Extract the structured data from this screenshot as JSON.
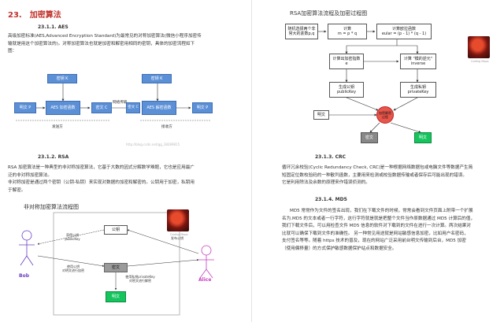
{
  "left_page": {
    "section": {
      "number": "23.",
      "title": "加密算法"
    },
    "aes": {
      "heading": "23.1.1.   AES",
      "paragraph_lines": [
        "高级加密标准(AES,Advanced Encryption Standard)为最常见的对称加密算法(微信小程序加密传",
        "输就是用这个加密算法的)。对称加密算法也就是加密和解密用相同的密钥，具体的加密流程如下",
        "图："
      ],
      "diagram": {
        "sender_key": "密钥 K",
        "receiver_key": "密钥 K",
        "plaintext_left": "明文 P",
        "encrypt_fn": "AES 加密函数",
        "ciphertext_left": "密文  C",
        "network": "网络传输",
        "ciphertext_right": "密文 C",
        "decrypt_fn": "AES 解密函数",
        "plaintext_right": "明文 P",
        "sender": "发送方",
        "receiver": "接收方",
        "watermark": "http://blog.csdn.net/gg_38289815"
      }
    },
    "rsa": {
      "heading": "23.1.2.   RSA",
      "paragraph_lines": [
        "RSA 加密算法是一种典型的非对称加密算法，它基于大数的因式分解数学难题，它也是应用最广",
        "泛的非对称加密算法。",
        "非对称加密是通过两个密钥（公钥-私钥）来实现对数据的加密和解密的。公钥用于加密，私钥用",
        "于解密。"
      ],
      "diagram": {
        "title": "非对称加密算法流程图",
        "public_key": "公钥",
        "get_public": "获得公钥\npublicKey",
        "encrypt_note": "使用公钥\n对明文进行加密",
        "ciphertext": "密文",
        "decrypt_note": "使用私钥privateKey\n对密文进行解密",
        "plaintext": "明文",
        "publish": "发布公钥",
        "bob": "Bob",
        "alice": "Alice",
        "avatar_caption": "Coding Maps"
      }
    }
  },
  "right_page": {
    "rsa_flow": {
      "title": "RSA加密算法流程及加密过程图",
      "choose": "随机选择两个非\n常大的素数p,q",
      "modulus": "计算\nm = p * q",
      "euler": "计算欧拉函数\neular = (p - 1) * (q - 1)",
      "public_e": "计算出加密指数\ne",
      "private_d": "计算 \"模的逆元\"\ninverse",
      "public_key": "生成公钥\npublicKey",
      "private_key": "生成私钥\nprivateKey",
      "plaintext": "明文",
      "encrypt_center": "加密解密\n过程",
      "ciphertext": "密文",
      "decrypted": "明文",
      "avatar_caption": "Coding Maps"
    },
    "crc": {
      "heading": "23.1.3.   CRC",
      "paragraph_lines": [
        "循环冗余校验(Cyclic Redundancy Check, CRC)是一种根据网络数据包或电脑文件等数据产生简",
        "短固定位数校验码的一种散列函数，主要用来检测或校验数据传输或者保存后可能出现的错误。",
        "它是利用除法及余数的原理来作错误侦测的。"
      ]
    },
    "md5": {
      "heading": "23.1.4.   MD5",
      "paragraph_lines": [
        "MD5 常常作为文件的签名出现，我们在下载文件的时候，常常会看到文件页面上附带一个扩展",
        "名为.MD5 的文本或者一行字符，这行字符就是就是把整个文件当作原数据通过 MD5 计算后的值，",
        "我们下载文件后，可以用检查文件 MD5 信息的软件对下载到的文件在进行一次计算。两次结果对",
        "比就可以确保下载到文件的准确性。  另一种常见用途就是网站敏感信息加密，比如用户名密码，",
        "支付签名等等。随着 https 技术的普及，现在的网站广泛采用前台明文传输到后台，MD5 加密",
        "（使用偏移量）的方式保护敏感数据保护站点和数据安全。"
      ]
    }
  },
  "colors": {
    "heading_red": "#c0322b",
    "aes_box": "#5b8fd6",
    "rsa_green": "#16c45e",
    "center_red": "#e8554a"
  }
}
